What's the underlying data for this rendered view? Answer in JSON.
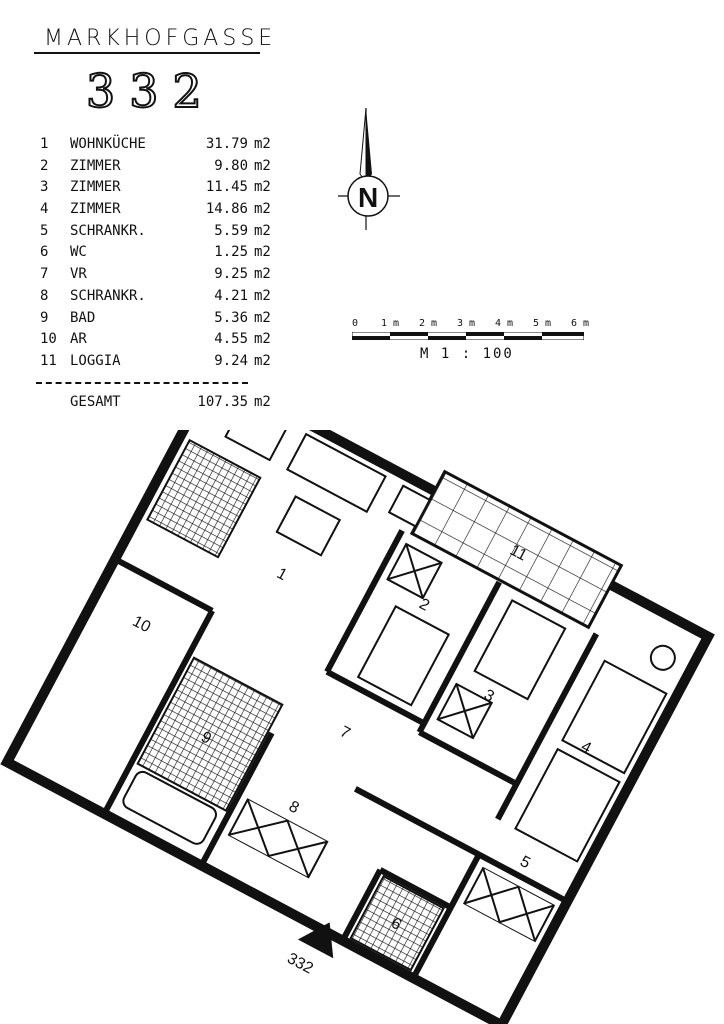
{
  "header": {
    "street": "MARKHOFGASSE",
    "house_number": "332"
  },
  "rooms": [
    {
      "no": "1",
      "name": "WOHNKÜCHE",
      "area": "31.79",
      "unit": "m2"
    },
    {
      "no": "2",
      "name": "ZIMMER",
      "area": "9.80",
      "unit": "m2"
    },
    {
      "no": "3",
      "name": "ZIMMER",
      "area": "11.45",
      "unit": "m2"
    },
    {
      "no": "4",
      "name": "ZIMMER",
      "area": "14.86",
      "unit": "m2"
    },
    {
      "no": "5",
      "name": "SCHRANKR.",
      "area": "5.59",
      "unit": "m2"
    },
    {
      "no": "6",
      "name": "WC",
      "area": "1.25",
      "unit": "m2"
    },
    {
      "no": "7",
      "name": "VR",
      "area": "9.25",
      "unit": "m2"
    },
    {
      "no": "8",
      "name": "SCHRANKR.",
      "area": "4.21",
      "unit": "m2"
    },
    {
      "no": "9",
      "name": "BAD",
      "area": "5.36",
      "unit": "m2"
    },
    {
      "no": "10",
      "name": "AR",
      "area": "4.55",
      "unit": "m2"
    },
    {
      "no": "11",
      "name": "LOGGIA",
      "area": "9.24",
      "unit": "m2"
    }
  ],
  "total": {
    "label": "GESAMT",
    "area": "107.35",
    "unit": "m2"
  },
  "north_arrow": {
    "label": "N",
    "icon": "north-arrow-icon"
  },
  "scale_bar": {
    "labels": [
      "0",
      "1 m",
      "2 m",
      "3 m",
      "4 m",
      "5 m",
      "6 m"
    ],
    "ratio": "M 1 : 100"
  },
  "plan": {
    "room_labels": [
      "1",
      "2",
      "3",
      "4",
      "5",
      "6",
      "7",
      "8",
      "9",
      "10",
      "11"
    ],
    "entrance_label": "332"
  }
}
